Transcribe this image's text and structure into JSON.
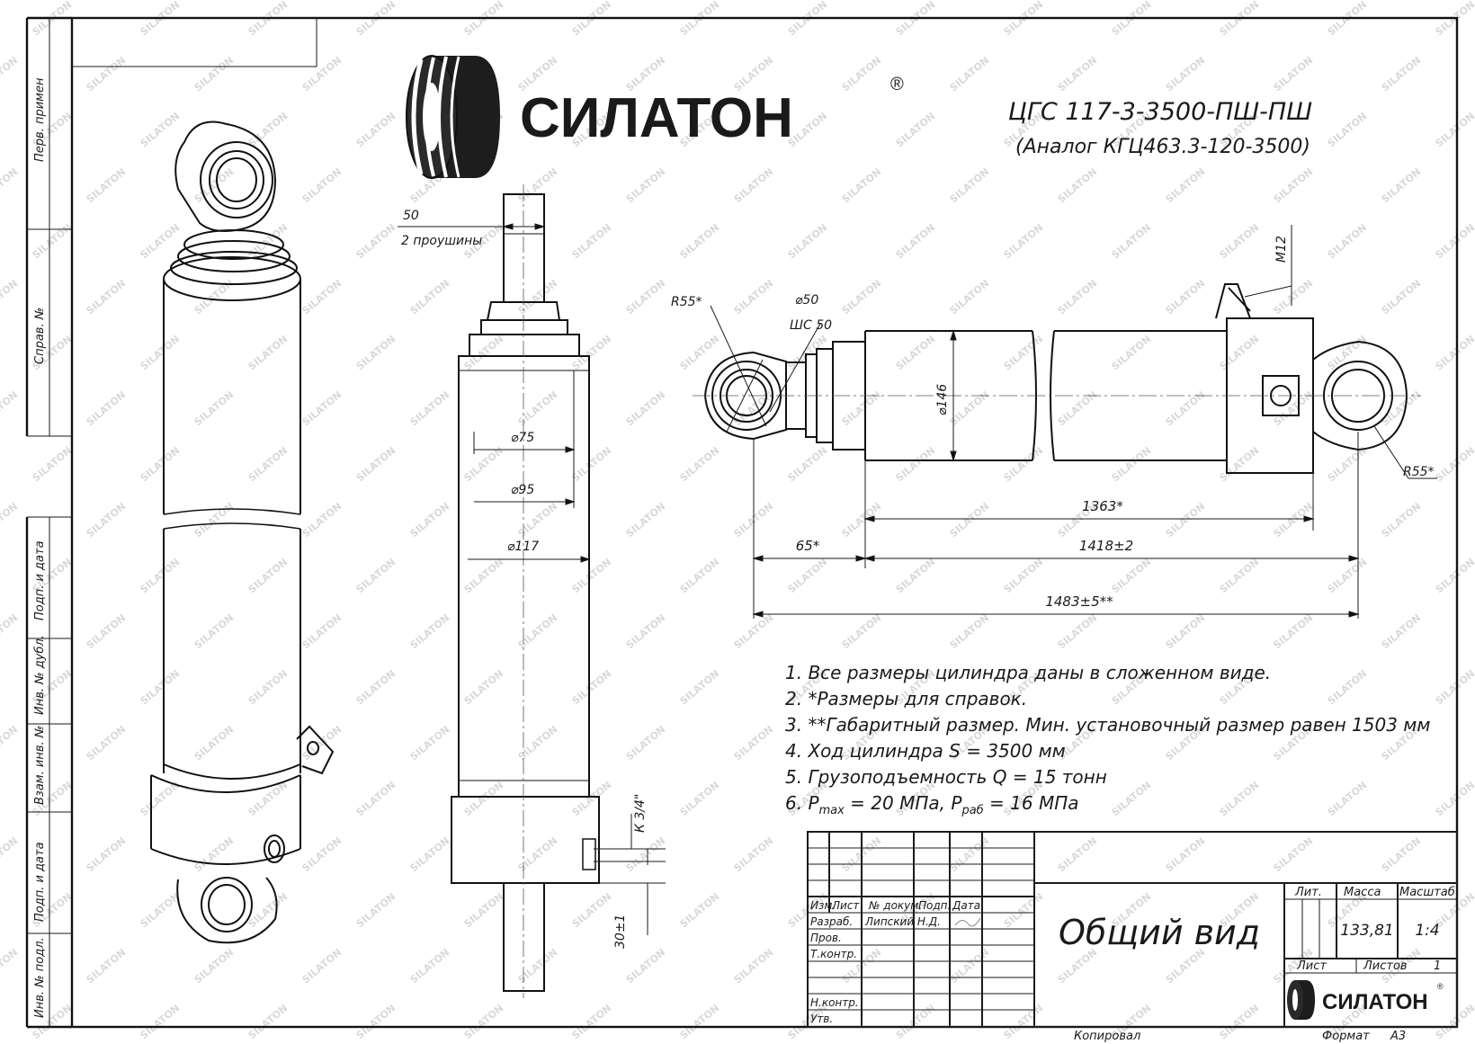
{
  "brand": {
    "name": "СИЛАТОН",
    "registered": "®",
    "watermark": "SILATON"
  },
  "title": {
    "designation": "ЦГС 117-3-3500-ПШ-ПШ",
    "analog": "(Аналог КГЦ463.3-120-3500)"
  },
  "side_labels": [
    "Перв. примен",
    "Справ. №",
    "Подп. и дата",
    "Инв. № дубл.",
    "Взам. инв. №",
    "Подп. и дата",
    "Инв. № подл."
  ],
  "dimensions": {
    "eye_width": "50",
    "eye_note": "2 проушины",
    "d75": "⌀75",
    "d95": "⌀95",
    "d117": "⌀117",
    "port": "К 3/4\"",
    "port_offset": "30±1",
    "r55_left": "R55*",
    "d50": "⌀50",
    "sh50": "ШС 50",
    "d146": "⌀146",
    "m12": "М12",
    "r55_right": "R55*",
    "l1363": "1363*",
    "l65": "65*",
    "l1418": "1418±2",
    "l1483": "1483±5**"
  },
  "notes": [
    "1. Все размеры цилиндра даны в сложенном виде.",
    "2. *Размеры для справок.",
    "3. **Габаритный размер. Мин. установочный размер равен 1503 мм",
    "4. Ход цилиндра S = 3500 мм",
    "5. Грузоподъемность Q = 15 тонн"
  ],
  "note6": {
    "prefix": "6. P",
    "sub1": "max",
    "mid": " = 20 МПа, P",
    "sub2": "раб",
    "suffix": " = 16 МПа"
  },
  "title_block": {
    "headers": [
      "Изм.",
      "Лист",
      "№ докум.",
      "Подп.",
      "Дата"
    ],
    "roles": [
      "Разраб.",
      "Пров.",
      "Т.контр.",
      "Н.контр.",
      "Утв."
    ],
    "developer": "Липский Н.Д.",
    "doc_name": "Общий вид",
    "lit_label": "Лит.",
    "mass_label": "Масса",
    "scale_label": "Масштаб",
    "mass": "133,81",
    "scale": "1:4",
    "sheet_label": "Лист",
    "sheets_label": "Листов",
    "sheets": "1",
    "copied": "Копировал",
    "format_label": "Формат",
    "format": "А3"
  }
}
